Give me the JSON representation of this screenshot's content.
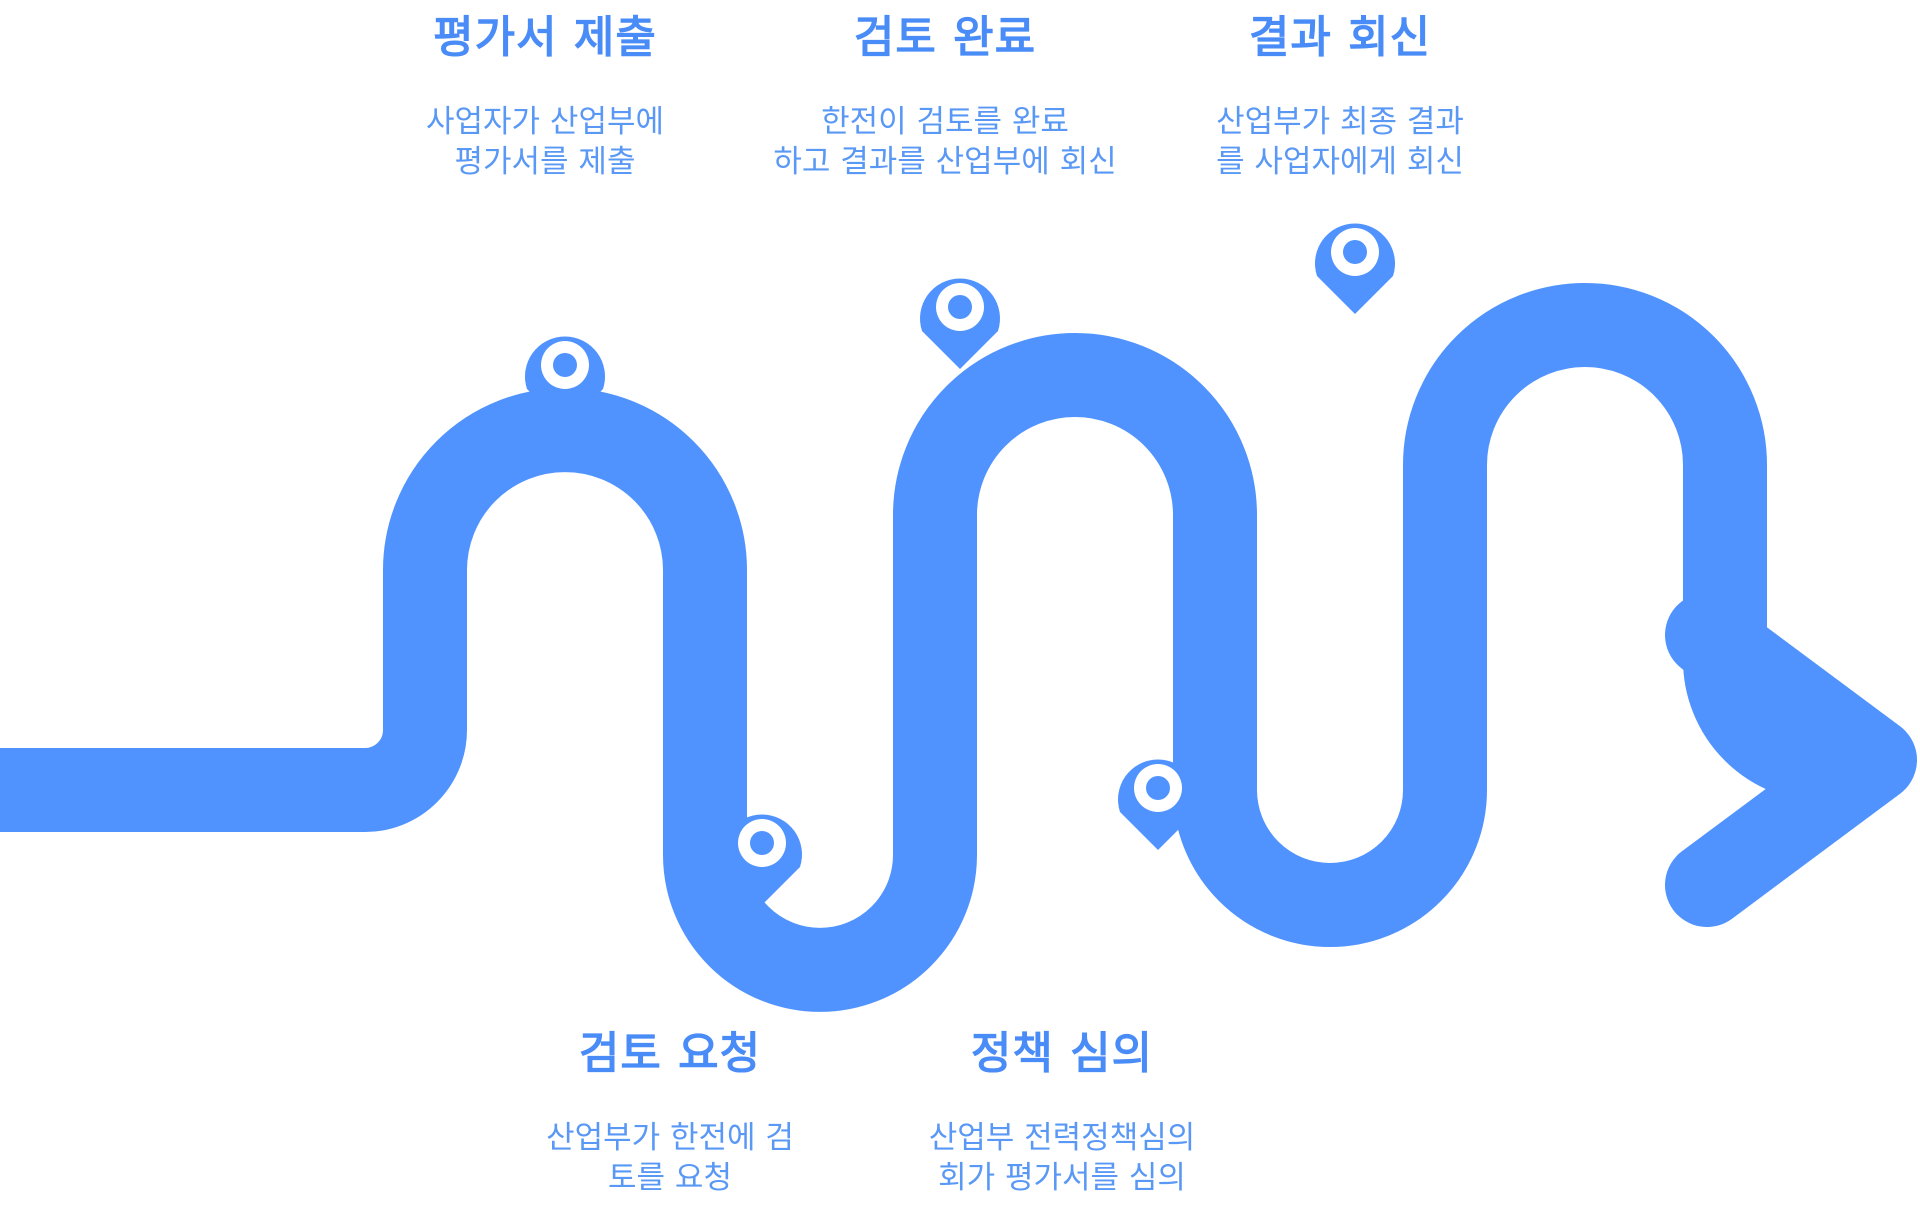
{
  "colors": {
    "accent": "#5093FF",
    "title": "#4A8CF7",
    "text": "#5A98F5",
    "pin_hole": "#ffffff"
  },
  "icons": {
    "pin": "location-pin-icon",
    "arrow": "arrow-right-icon"
  },
  "steps": [
    {
      "title": "평가서 제출",
      "desc": "사업자가 산업부에\n평가서를 제출"
    },
    {
      "title": "검토 완료",
      "desc": "한전이 검토를 완료\n하고 결과를 산업부에 회신"
    },
    {
      "title": "결과 회신",
      "desc": "산업부가 최종 결과\n를 사업자에게 회신"
    },
    {
      "title": "검토 요청",
      "desc": "산업부가 한전에 검\n토를 요청"
    },
    {
      "title": "정책 심의",
      "desc": "산업부 전력정책심의\n회가 평가서를 심의"
    }
  ]
}
